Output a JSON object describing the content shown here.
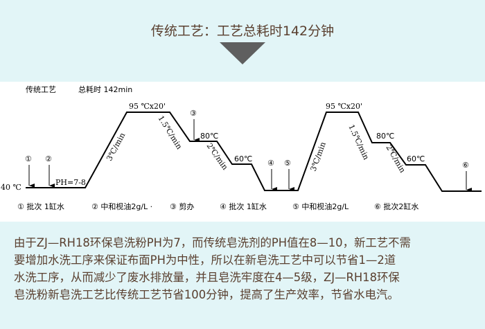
{
  "header": {
    "title": "传统工艺：工艺总耗时142分钟"
  },
  "diagram": {
    "heading": "传统工艺",
    "total_label": "总耗时 142min",
    "start_temp": "40 ℃",
    "ph_label": "PH=7-8",
    "peak1": "95 ℃x20'",
    "peak2": "95 ℃x20'",
    "level80_1": "80℃",
    "level80_2": "80℃",
    "level60_1": "60℃",
    "level60_2": "60℃",
    "rate_up_1": "3℃/min",
    "rate_down15_1": "1.5℃/min",
    "rate_down2_1": "2℃/min",
    "rate_up_2": "3℃/min",
    "rate_down15_2": "1.5℃/min",
    "rate_down2_2": "2℃/min",
    "markers": [
      "①",
      "②",
      "③",
      "④",
      "⑤",
      "⑥"
    ],
    "legend": [
      "① 批次 1缸水",
      "② 中和枧油2g/L ·",
      "③ 剪办",
      "④ 批次 1缸水",
      "⑤ 中和枧油2g/L",
      "⑥ 批次2缸水"
    ]
  },
  "paragraph": [
    "由于ZJ—RH18环保皂洗粉PH为7，而传统皂洗剂的PH值在8—10，新工艺不需",
    "要增加水洗工序来保证布面PH为中性，所以在新皂洗工艺中可以节省1—2道",
    "水洗工序，从而减少了废水排放量，并且皂洗牢度在4—5级，ZJ—RH18环保",
    "皂洗粉新皂洗工艺比传统工艺节省100分钟，提高了生产效率，节省水电汽。"
  ]
}
